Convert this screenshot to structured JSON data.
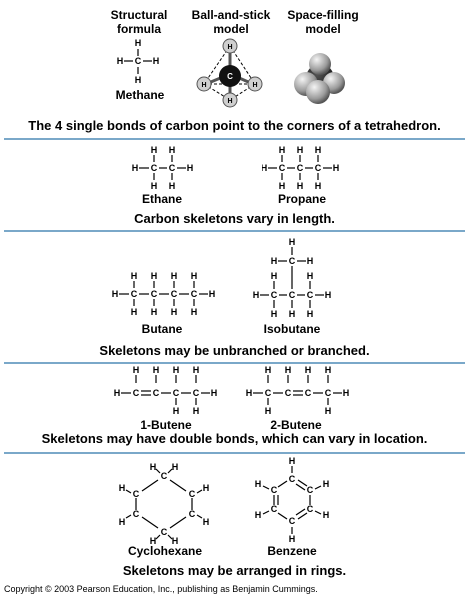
{
  "headers": {
    "structural_formula": "Structural formula",
    "ball_and_stick": "Ball-and-stick model",
    "space_filling": "Space-filling model"
  },
  "molecules": {
    "methane": "Methane",
    "ethane": "Ethane",
    "propane": "Propane",
    "butane": "Butane",
    "isobutane": "Isobutane",
    "butene1": "1-Butene",
    "butene2": "2-Butene",
    "cyclohexane": "Cyclohexane",
    "benzene": "Benzene"
  },
  "captions": {
    "tetrahedron": "The 4 single bonds of carbon point to the corners of a tetrahedron.",
    "length": "Carbon skeletons vary in length.",
    "branched": "Skeletons may be unbranched or branched.",
    "double_bonds": "Skeletons may have double bonds, which can vary in location.",
    "rings": "Skeletons may be arranged in rings."
  },
  "atoms": {
    "carbon": "C",
    "hydrogen": "H"
  },
  "colors": {
    "divider": "#7aa8c9"
  },
  "copyright": "Copyright © 2003 Pearson Education, Inc., publishing as Benjamin Cummings."
}
